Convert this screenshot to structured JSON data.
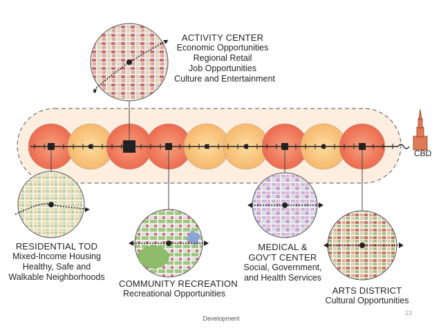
{
  "destination": "CBD",
  "nodes": [
    {
      "label": "ACTIVITY CENTER",
      "details": [
        "Economic Opportunities",
        "Regional Retail",
        "Job Opportunities",
        "Culture and Entertainment"
      ]
    },
    {
      "label": "RESIDENTIAL TOD",
      "details": [
        "Mixed-Income Housing",
        "Healthy, Safe and",
        "Walkable Neighborhoods"
      ]
    },
    {
      "label": "COMMUNITY RECREATION",
      "details": [
        "Recreational Opportunities"
      ]
    },
    {
      "label": "MEDICAL &",
      "label2": "GOV’T CENTER",
      "details": [
        "Social, Government,",
        "and Health Services"
      ]
    },
    {
      "label": "ARTS DISTRICT",
      "details": [
        "Cultural Opportunities"
      ]
    }
  ],
  "footer": "Development",
  "page_number": "13",
  "colors": {
    "corridor_fill": "#fdeede",
    "major_circle": "#f47a5c",
    "minor_circle": "#f9c27d",
    "station": "#222222"
  }
}
